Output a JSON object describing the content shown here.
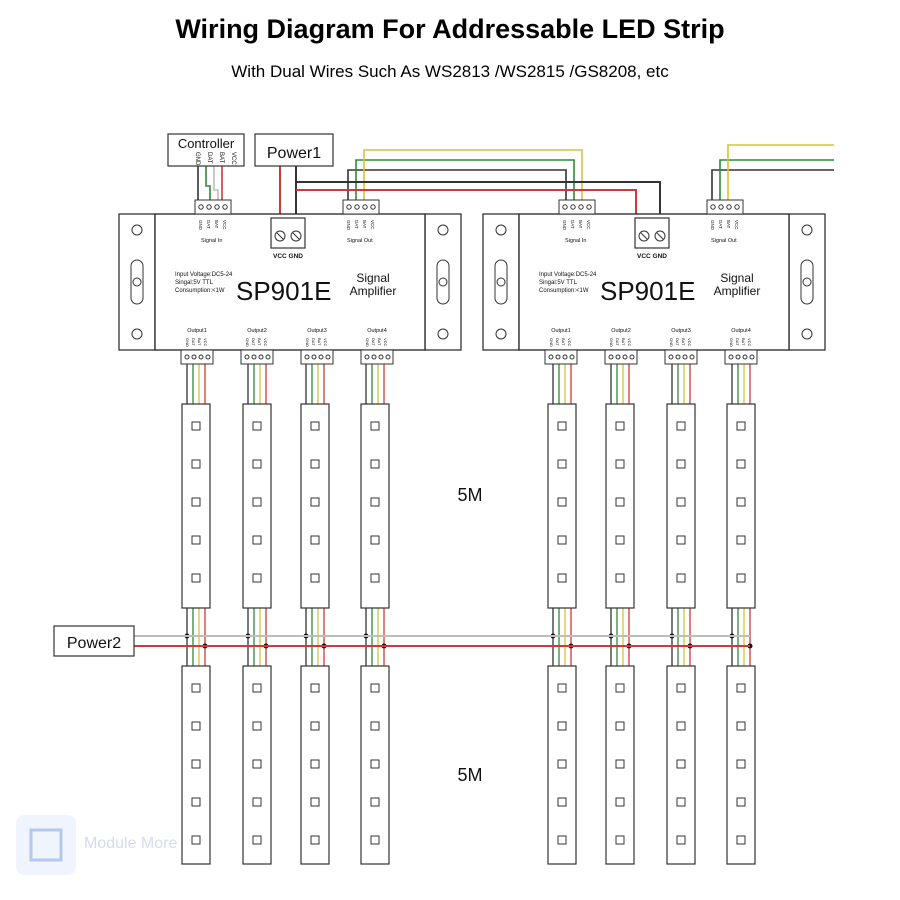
{
  "header": {
    "title": "Wiring Diagram For Addressable LED Strip",
    "subtitle": "With Dual Wires Such As WS2813 /WS2815 /GS8208, etc"
  },
  "labels": {
    "controller": "Controller",
    "power1": "Power1",
    "power2": "Power2",
    "length_top": "5M",
    "length_bottom": "5M"
  },
  "controller_pins": [
    "GND",
    "DAT",
    "BAT",
    "VCC"
  ],
  "amplifier": {
    "model": "SP901E",
    "name_line1": "Signal",
    "name_line2": "Amplifier",
    "spec_line1": "Input Voltage:DC5-24",
    "spec_line2": "Singal:5V TTL",
    "spec_line3": "Consumption:<1W",
    "signal_in": "Signal In",
    "signal_out": "Signal Out",
    "vcc_gnd": "VCC GND",
    "pin_labels": [
      "GND",
      "DAT",
      "BAT",
      "VCC"
    ],
    "outputs": [
      "Output1",
      "Output2",
      "Output3",
      "Output4"
    ]
  },
  "watermark": "Module More",
  "colors": {
    "wire_red": "#d03a34",
    "wire_green": "#2f8a3a",
    "wire_yellow": "#d8c23a",
    "wire_black": "#333333",
    "wire_white": "#bdbdbd",
    "outline": "#333333"
  }
}
